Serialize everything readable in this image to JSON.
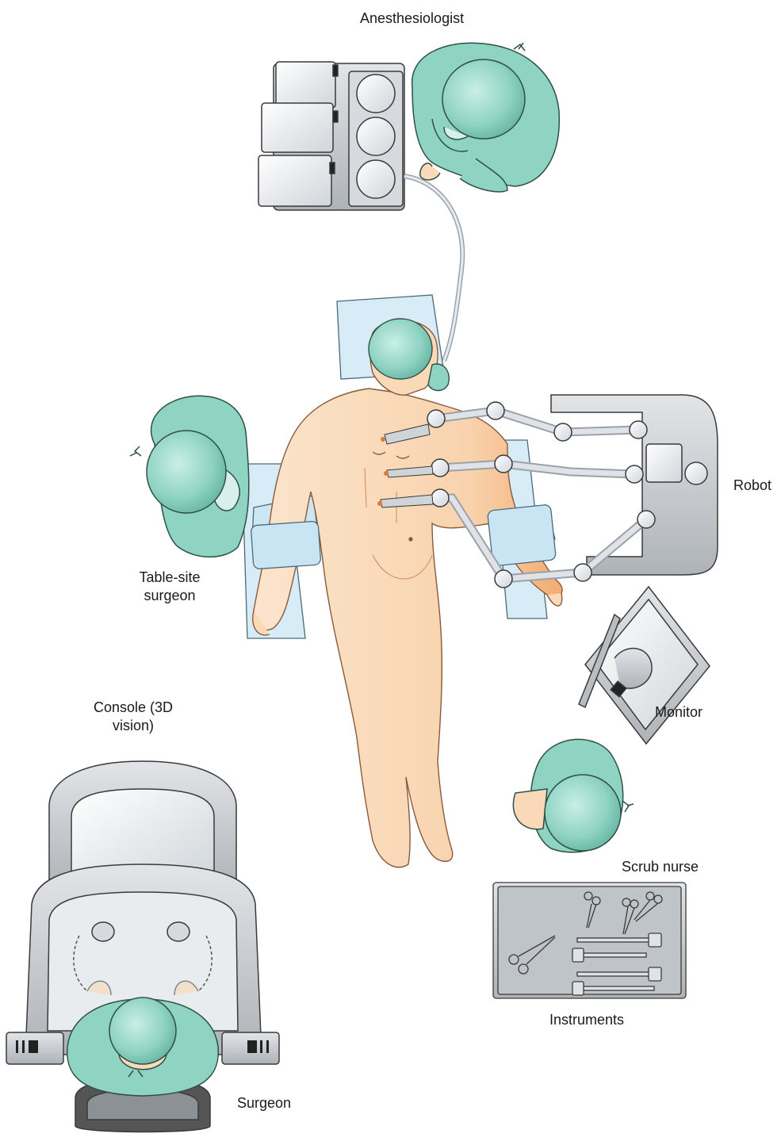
{
  "labels": {
    "anesthesiologist": "Anesthesiologist",
    "robot": "Robot",
    "table_site_surgeon": [
      "Table-site",
      "surgeon"
    ],
    "console": [
      "Console (3D",
      "vision)"
    ],
    "monitor": "Monitor",
    "scrub_nurse": "Scrub nurse",
    "instruments": "Instruments",
    "surgeon": "Surgeon"
  },
  "colors": {
    "scrubs": "#8fd3c3",
    "scrubs_dark": "#5fae9c",
    "skin": "#f9d9b8",
    "skin_shade": "#f3b27a",
    "pad": "#d7ecf6",
    "metal": "#c9cdd2",
    "metal_dark": "#8c9196",
    "screen": "#eef1f3",
    "outline": "#3a3a3a"
  },
  "icons": {
    "anesthesia_machine": "anesthesia-machine-icon",
    "robot_arm": "robotic-arm-icon",
    "monitor": "monitor-icon",
    "console": "surgeon-console-icon",
    "instrument_tray": "instrument-tray-icon"
  }
}
